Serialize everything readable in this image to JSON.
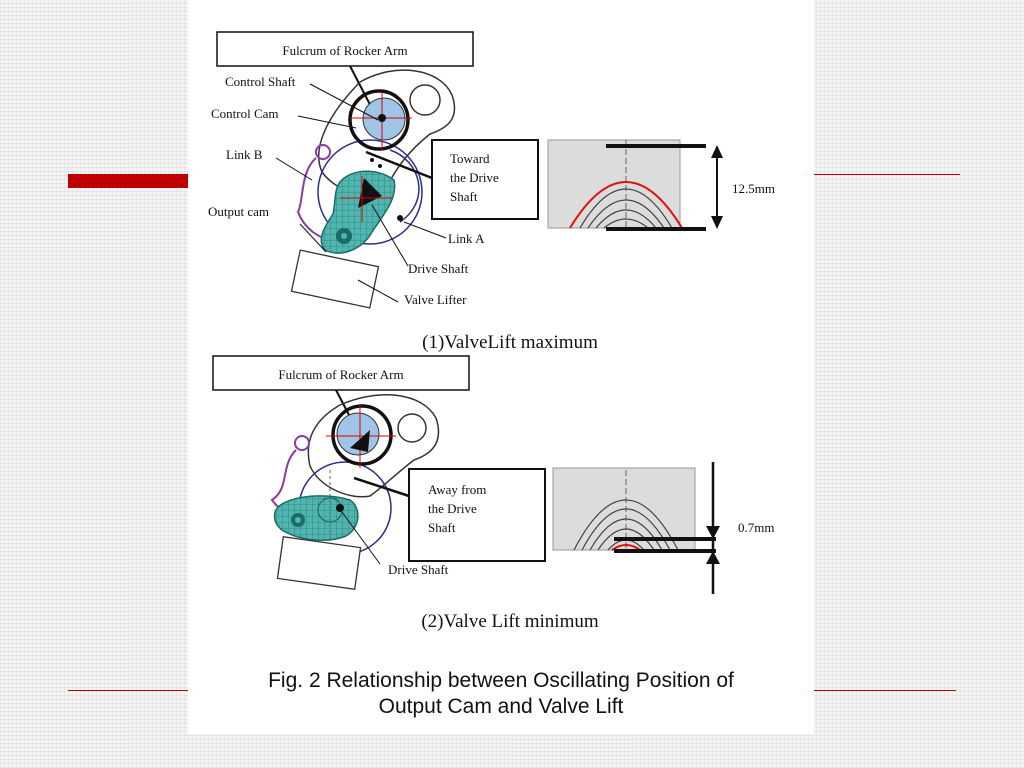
{
  "top_panel": {
    "fulcrum_label": "Fulcrum of Rocker Arm",
    "control_shaft_label": "Control Shaft",
    "control_cam_label": "Control Cam",
    "link_b_label": "Link B",
    "output_cam_label": "Output cam",
    "toward_lines": [
      "Toward",
      "the Drive",
      "Shaft"
    ],
    "link_a_label": "Link A",
    "drive_shaft_label": "Drive Shaft",
    "valve_lifter_label": "Valve Lifter",
    "lift_value": "12.5mm",
    "subtitle": "(1)ValveLift maximum"
  },
  "bottom_panel": {
    "fulcrum_label": "Fulcrum of Rocker Arm",
    "away_lines": [
      "Away from",
      "the Drive",
      "Shaft"
    ],
    "drive_shaft_label": "Drive Shaft",
    "lift_value": "0.7mm",
    "subtitle": "(2)Valve Lift minimum"
  },
  "caption": {
    "line1": "Fig. 2 Relationship between Oscillating Position of",
    "line2": "Output Cam and Valve Lift"
  },
  "colors": {
    "accent_red": "#c00000",
    "mechanism_blue": "#2c2c8c",
    "link_purple": "#8a3aa0",
    "cam_teal": "#4fb5ae",
    "control_blue": "#9ec5e8",
    "curve_red": "#e01010"
  }
}
